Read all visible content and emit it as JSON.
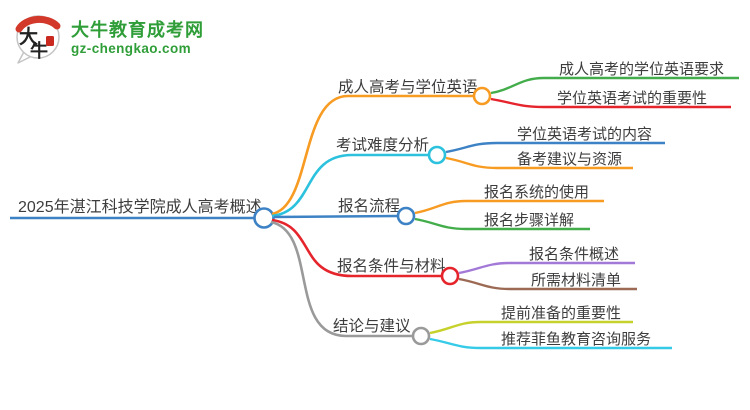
{
  "logo": {
    "icon_char_top": "大",
    "icon_char_bottom": "牛",
    "title": "大牛教育成考网",
    "domain": "gz-chengkao.com"
  },
  "colors": {
    "brand_green": "#2f9e38",
    "logo_red": "#d3392b",
    "seal_red": "#c9291f",
    "ink": "#222222",
    "bubble_border": "#c4c4c4",
    "text_dark": "#3d3d3d",
    "blue": "#3d82c4",
    "orange": "#f79b22",
    "cyan": "#2cc2dd",
    "green": "#43ad4b",
    "red": "#e5242c",
    "purple": "#a379d8",
    "brown": "#9c6a54",
    "olive": "#c6d22b",
    "sky": "#35cbe8",
    "gray": "#9a9a9a",
    "node_fill": "#ffffff"
  },
  "mindmap": {
    "root": {
      "label": "2025年湛江科技学院成人高考概述"
    },
    "branches": [
      {
        "label": "成人高考与学位英语",
        "children": [
          {
            "label": "成人高考的学位英语要求"
          },
          {
            "label": "学位英语考试的重要性"
          }
        ]
      },
      {
        "label": "考试难度分析",
        "children": [
          {
            "label": "学位英语考试的内容"
          },
          {
            "label": "备考建议与资源"
          }
        ]
      },
      {
        "label": "报名流程",
        "children": [
          {
            "label": "报名系统的使用"
          },
          {
            "label": "报名步骤详解"
          }
        ]
      },
      {
        "label": "报名条件与材料",
        "children": [
          {
            "label": "报名条件概述"
          },
          {
            "label": "所需材料清单"
          }
        ]
      },
      {
        "label": "结论与建议",
        "children": [
          {
            "label": "提前准备的重要性"
          },
          {
            "label": "推荐菲鱼教育咨询服务"
          }
        ]
      }
    ]
  }
}
